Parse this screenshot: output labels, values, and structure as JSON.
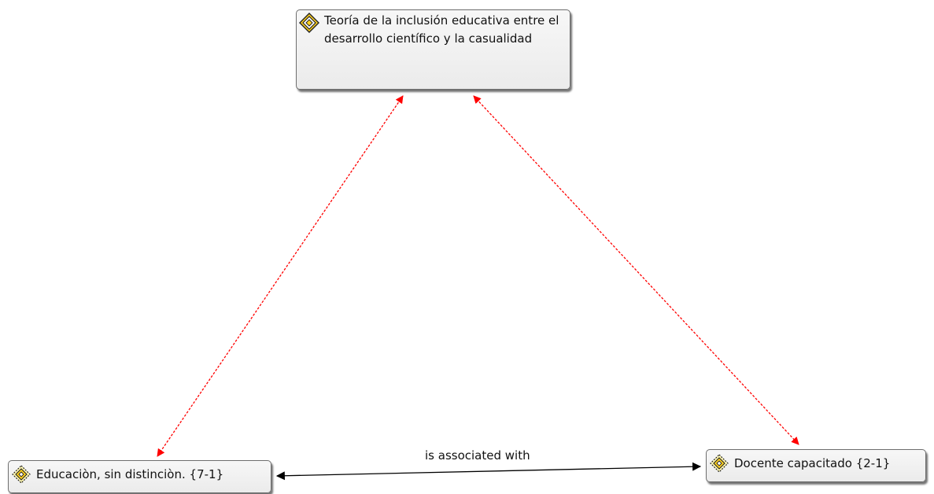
{
  "nodes": {
    "theory": {
      "label": "Teoría de la inclusión educativa entre el desarrollo científico y la casualidad",
      "icon": "code-group-icon"
    },
    "education": {
      "label": "Educaciòn, sin distinciòn. {7-1}",
      "icon": "code-icon"
    },
    "teacher": {
      "label": "Docente capacitado {2-1}",
      "icon": "code-icon"
    }
  },
  "relations": {
    "education_teacher": {
      "label": "is associated with",
      "color": "#000000"
    },
    "theory_education": {
      "color": "#ff0000"
    },
    "theory_teacher": {
      "color": "#ff0000"
    }
  },
  "colors": {
    "icon_fill": "#ffd21f",
    "icon_outline": "#222222",
    "link_red": "#ff0000",
    "link_black": "#000000"
  }
}
